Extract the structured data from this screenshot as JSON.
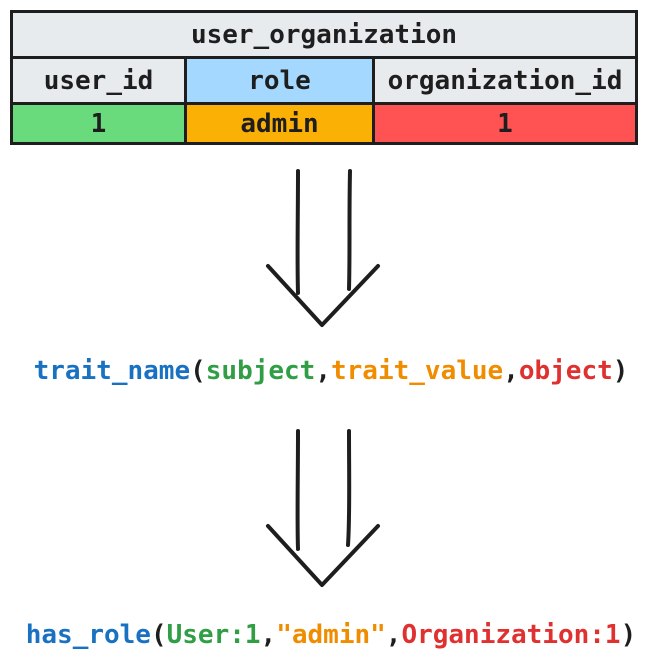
{
  "table": {
    "title": "user_organization",
    "headers": [
      "user_id",
      "role",
      "organization_id"
    ],
    "values": [
      "1",
      "admin",
      "1"
    ]
  },
  "formula_generic": {
    "name": "trait_name",
    "open": "(",
    "subject": "subject",
    "comma1": ",",
    "trait_value": "trait_value",
    "comma2": ",",
    "object": "object",
    "close": ")"
  },
  "formula_example": {
    "name": "has_role",
    "open": "(",
    "subject": "User:1",
    "comma1": ",",
    "trait_value": "\"admin\"",
    "comma2": ",",
    "object": "Organization:1",
    "close": ")"
  },
  "colors": {
    "header_bg": "#e8ebee",
    "role_header_bg": "#a5d8ff",
    "user_id_value_bg": "#69db7c",
    "role_value_bg": "#fab005",
    "organization_id_value_bg": "#ff5252",
    "name_color": "#1971c2",
    "subject_color": "#2f9e44",
    "trait_value_color": "#f08c00",
    "object_color": "#e03131"
  }
}
